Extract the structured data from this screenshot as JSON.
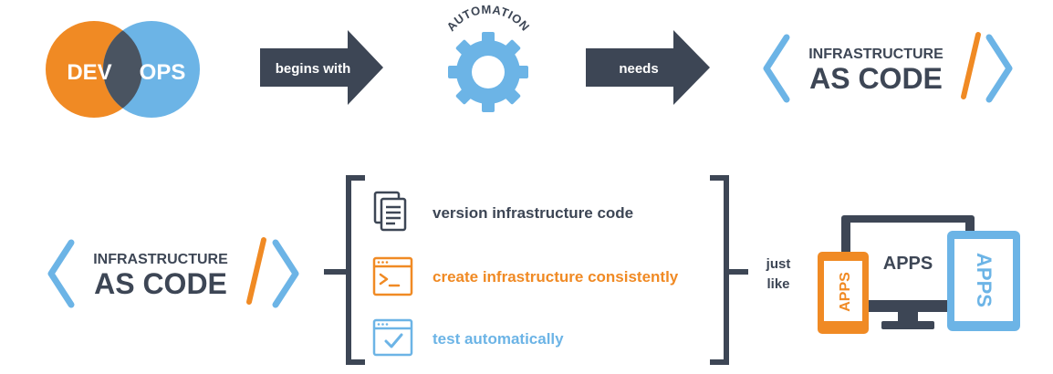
{
  "colors": {
    "orange": "#F08A24",
    "blue": "#6CB4E6",
    "dark": "#3D4655",
    "overlap": "#4A5461",
    "white": "#FFFFFF"
  },
  "row1": {
    "dev_label": "DEV",
    "ops_label": "OPS",
    "arrow1_label": "begins with",
    "automation_label": "AUTOMATION",
    "arrow2_label": "needs",
    "iac_line1": "INFRASTRUCTURE",
    "iac_line2": "AS CODE"
  },
  "row2": {
    "iac_line1": "INFRASTRUCTURE",
    "iac_line2": "AS CODE",
    "items": [
      {
        "label": "version infrastructure code",
        "icon": "document-icon"
      },
      {
        "label": "create infrastructure consistently",
        "icon": "terminal-window-icon"
      },
      {
        "label": "test automatically",
        "icon": "checkmark-window-icon"
      }
    ],
    "just": "just",
    "like": "like",
    "apps_monitor": "APPS",
    "apps_phone": "APPS",
    "apps_tablet": "APPS"
  }
}
